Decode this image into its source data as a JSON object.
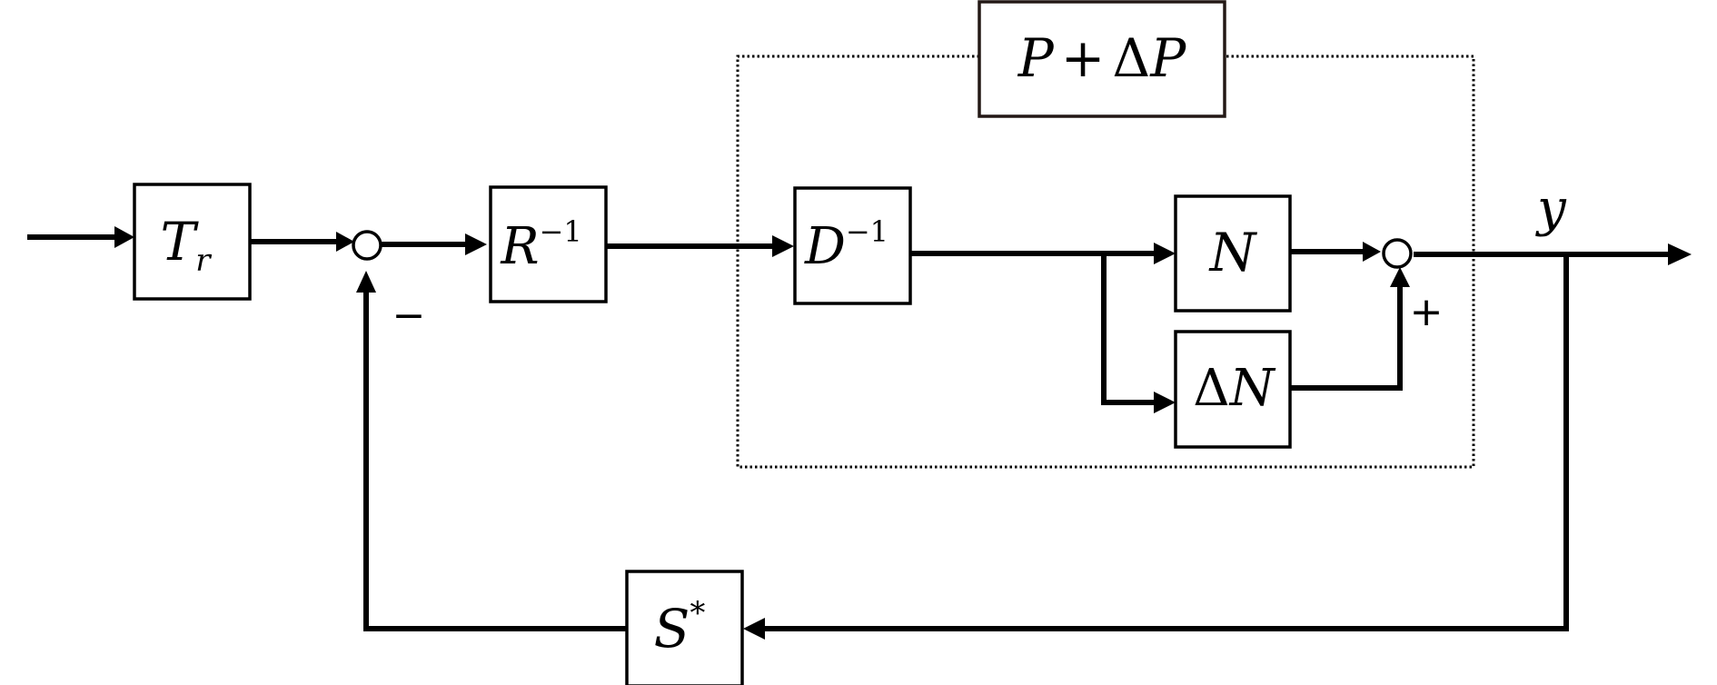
{
  "diagram": {
    "blocks": {
      "tr": {
        "main": "T",
        "sub": "r"
      },
      "r_inv": {
        "main": "R",
        "sup": "−1"
      },
      "d_inv": {
        "main": "D",
        "sup": "−1"
      },
      "n": {
        "main": "N"
      },
      "delta_n": {
        "delta": "Δ",
        "main": "N"
      },
      "s_star": {
        "main": "S",
        "sup": "*"
      },
      "plant": {
        "p1": "P",
        "plus": "+",
        "delta": "Δ",
        "p2": "P"
      }
    },
    "signals": {
      "output": "y"
    },
    "signs": {
      "feedback_minus": "−",
      "sum_plus": "+"
    }
  }
}
